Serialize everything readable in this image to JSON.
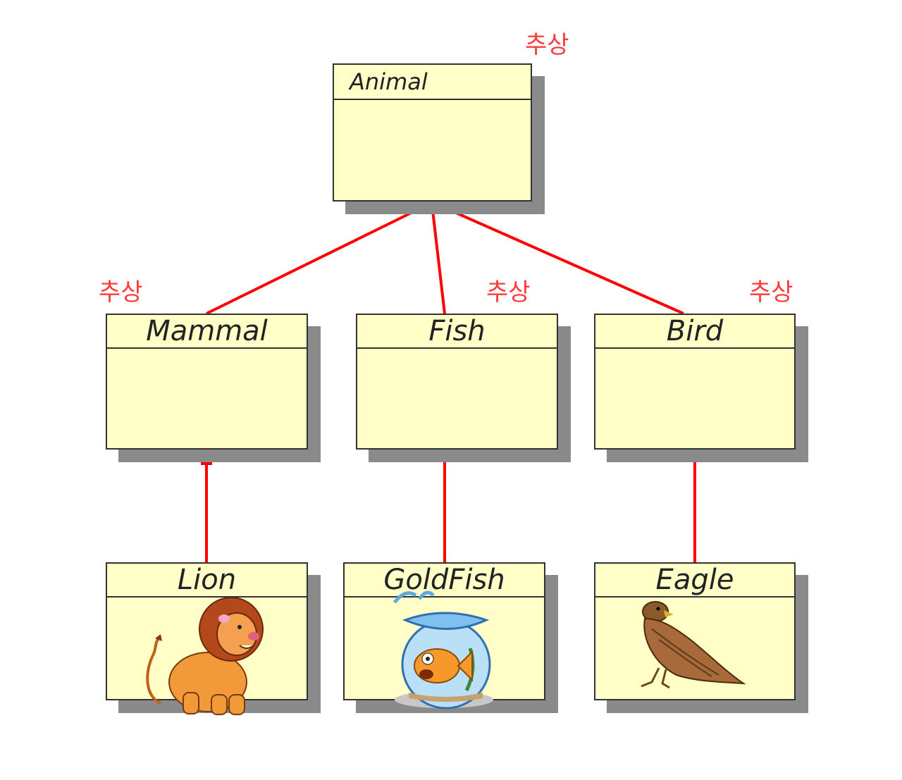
{
  "diagram": {
    "classes": {
      "animal": {
        "name": "Animal"
      },
      "mammal": {
        "name": "Mammal"
      },
      "fish": {
        "name": "Fish"
      },
      "bird": {
        "name": "Bird"
      },
      "lion": {
        "name": "Lion"
      },
      "goldfish": {
        "name": "GoldFish"
      },
      "eagle": {
        "name": "Eagle"
      }
    },
    "stereotype_label": "추상",
    "colors": {
      "class_fill": "#ffffc8",
      "class_border": "#333333",
      "shadow": "#8a8a8a",
      "relationship": "#ff0000",
      "stereotype_text": "#ff3b3b"
    },
    "icons": [
      "lion-clipart-icon",
      "goldfish-bowl-clipart-icon",
      "eagle-clipart-icon"
    ]
  }
}
